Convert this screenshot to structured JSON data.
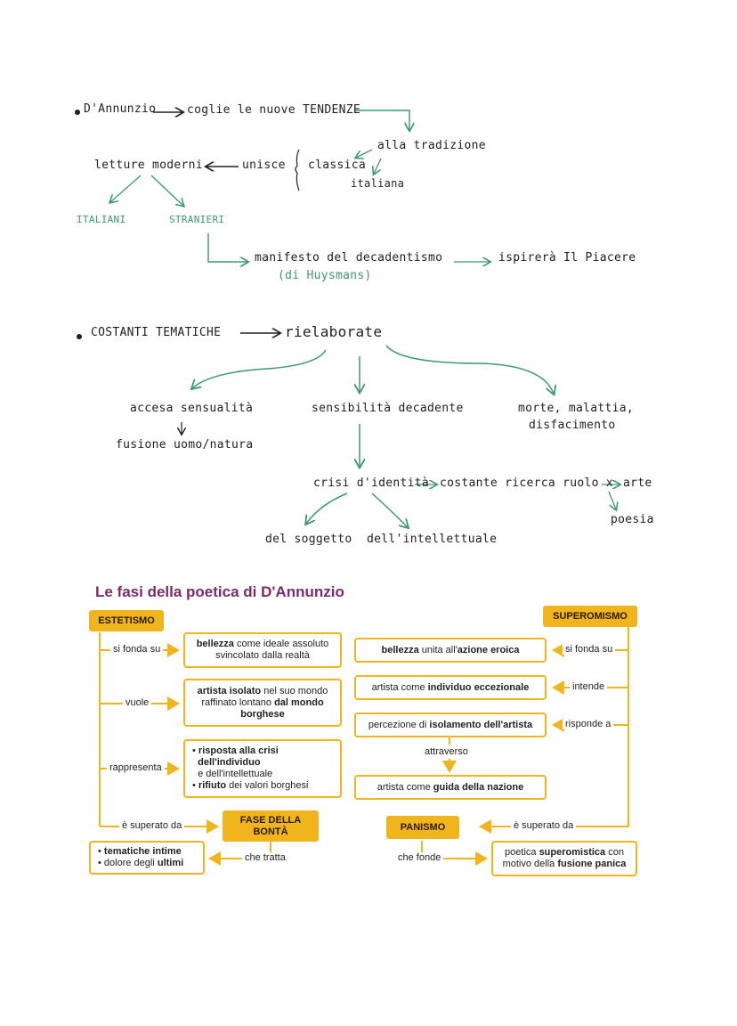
{
  "notes": {
    "line1": {
      "dannunzio": "D'Annunzio",
      "coglie": "coglie le nuove TENDENZE"
    },
    "tradizione": {
      "alla": "alla tradizione",
      "classica": "classica",
      "italiana": "italiana"
    },
    "unisce": "unisce",
    "letture": "letture moderni",
    "italiani": "ITALIANI",
    "stranieri": "STRANIERI",
    "manifesto": "manifesto del decadentismo",
    "huysmans": "(di Huysmans)",
    "ispirera": "ispirerà Il Piacere",
    "costanti": "COSTANTI TEMATICHE",
    "rielaborate": "rielaborate",
    "sensualita": "accesa sensualità",
    "fusione": "fusione uomo/natura",
    "sensibilita": "sensibilità decadente",
    "morte1": "morte, malattia,",
    "morte2": "disfacimento",
    "crisi": "crisi d'identità",
    "ricerca": "costante ricerca ruolo x",
    "arte": "arte",
    "poesia": "poesia",
    "soggetto": "del soggetto",
    "intellettuale": "dell'intellettuale"
  },
  "diagram": {
    "title": "Le fasi della poetica di D'Annunzio",
    "estetismo": "ESTETISMO",
    "superomismo": "SUPEROMISMO",
    "fase_bonta_1": "FASE DELLA",
    "fase_bonta_2": "BONTÀ",
    "panismo": "PANISMO",
    "labels": {
      "si_fonda_su_l": "si fonda su",
      "vuole": "vuole",
      "rappresenta": "rappresenta",
      "superato_da_l": "è superato da",
      "che_tratta": "che tratta",
      "si_fonda_su_r": "si fonda su",
      "intende": "intende",
      "risponde_a": "risponde a",
      "attraverso": "attraverso",
      "superato_da_r": "è superato da",
      "che_fonde": "che fonde"
    },
    "boxes": {
      "bellezza_b": "bellezza",
      "bellezza_rest1": " come ideale assoluto",
      "bellezza_rest2": "svincolato dalla realtà",
      "artista_isolato_b": "artista isolato",
      "artista_isolato_r1": " nel suo mondo",
      "artista_isolato_r2": "raffinato lontano ",
      "dal_mondo_b": "dal mondo",
      "borghese_b": "borghese",
      "risposta_b": "risposta alla crisi",
      "individuo_b": "dell'individuo",
      "intellettuale": "e dell'intellettuale",
      "rifiuto_b": "rifiuto",
      "rifiuto_r": " dei valori borghesi",
      "tematiche_b": "tematiche intime",
      "dolore": "dolore degli ",
      "ultimi_b": "ultimi",
      "bellezza_unita_b": "bellezza",
      "bellezza_unita_r": " unita all'",
      "azione_b": "azione eroica",
      "artista_come": "artista come ",
      "individuo_ecc_b": "individuo eccezionale",
      "percezione": "percezione di ",
      "isolamento_b": "isolamento dell'artista",
      "artista_guida": "artista come ",
      "guida_b": "guida della nazione",
      "poetica": "poetica ",
      "superomistica_b": "superomistica",
      "poetica_r": " con",
      "motivo": "motivo della ",
      "fusione_b": "fusione panica"
    }
  }
}
